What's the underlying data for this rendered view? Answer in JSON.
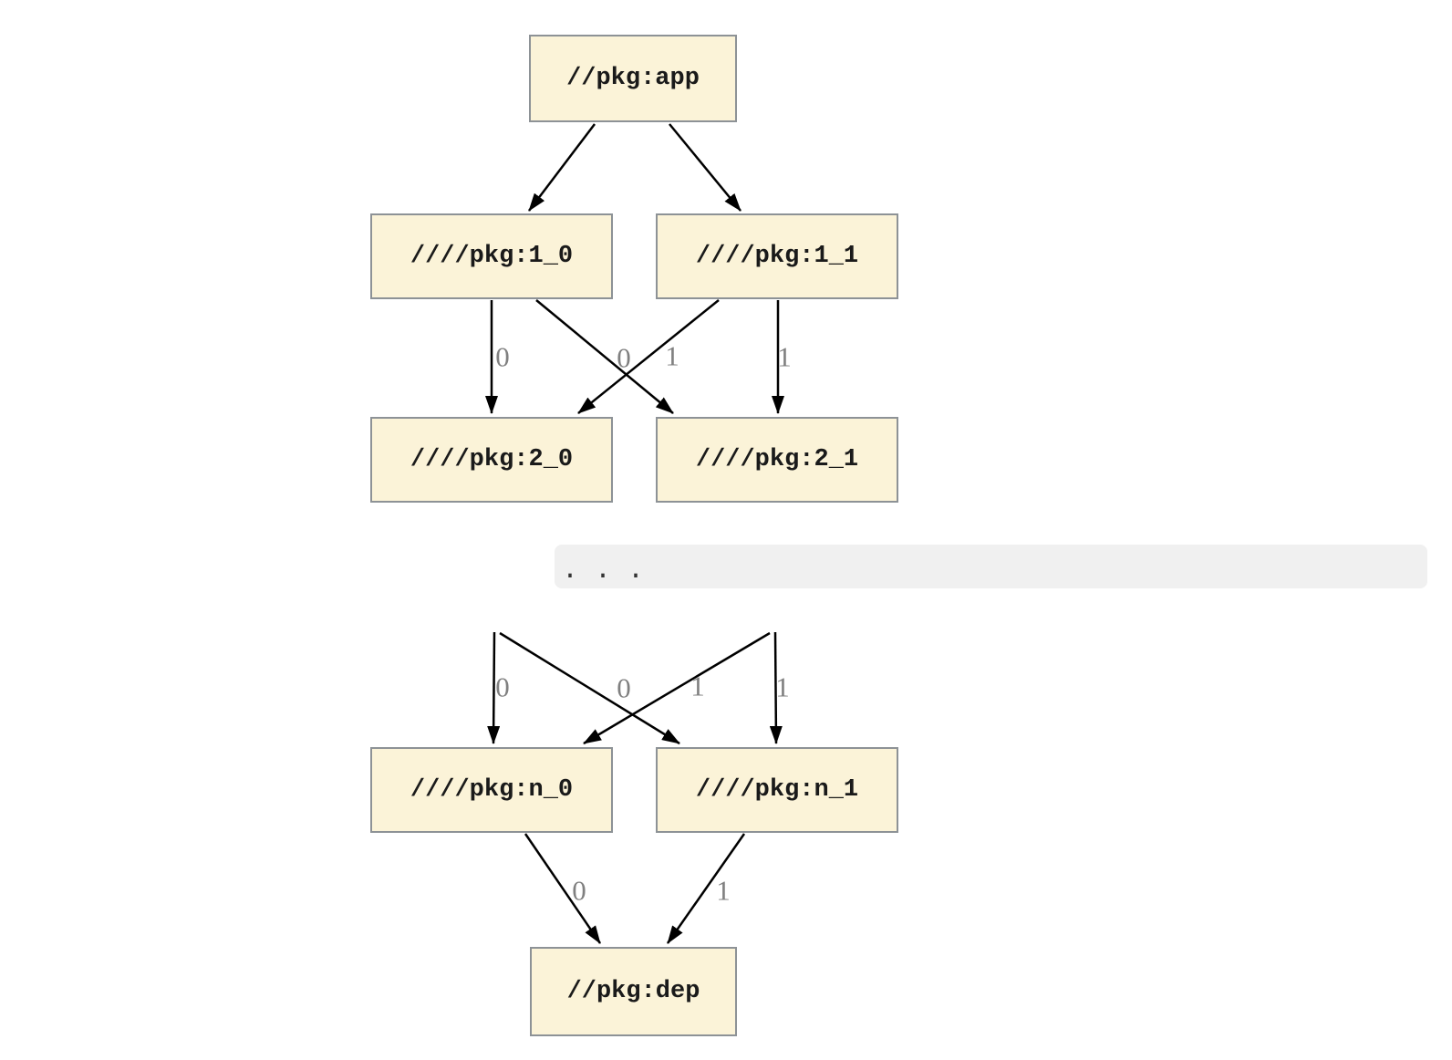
{
  "diagram": {
    "nodes": {
      "app": {
        "label": "//pkg:app"
      },
      "l1_0": {
        "label": "////pkg:1_0"
      },
      "l1_1": {
        "label": "////pkg:1_1"
      },
      "l2_0": {
        "label": "////pkg:2_0"
      },
      "l2_1": {
        "label": "////pkg:2_1"
      },
      "ln_0": {
        "label": "////pkg:n_0"
      },
      "ln_1": {
        "label": "////pkg:n_1"
      },
      "dep": {
        "label": "//pkg:dep"
      }
    },
    "ellipsis_text": ". . .",
    "edge_labels": {
      "v1_0_to_2_0": "0",
      "x1_1_to_2_0": "0",
      "x1_0_to_2_1": "1",
      "v1_1_to_2_1": "1",
      "vdots_to_n_0": "0",
      "xdots_to_n_0": "0",
      "xdots_to_n_1": "1",
      "vdots_to_n_1": "1",
      "n_0_to_dep": "0",
      "n_1_to_dep": "1"
    },
    "colors": {
      "background": "#ffffff",
      "node_fill": "#fbf3d8",
      "node_border": "#8d9296",
      "edge_color": "#000000",
      "edge_label_color": "#808080",
      "ellipsis_bg": "#f0f0f0",
      "ellipsis_text": "#333333"
    }
  }
}
